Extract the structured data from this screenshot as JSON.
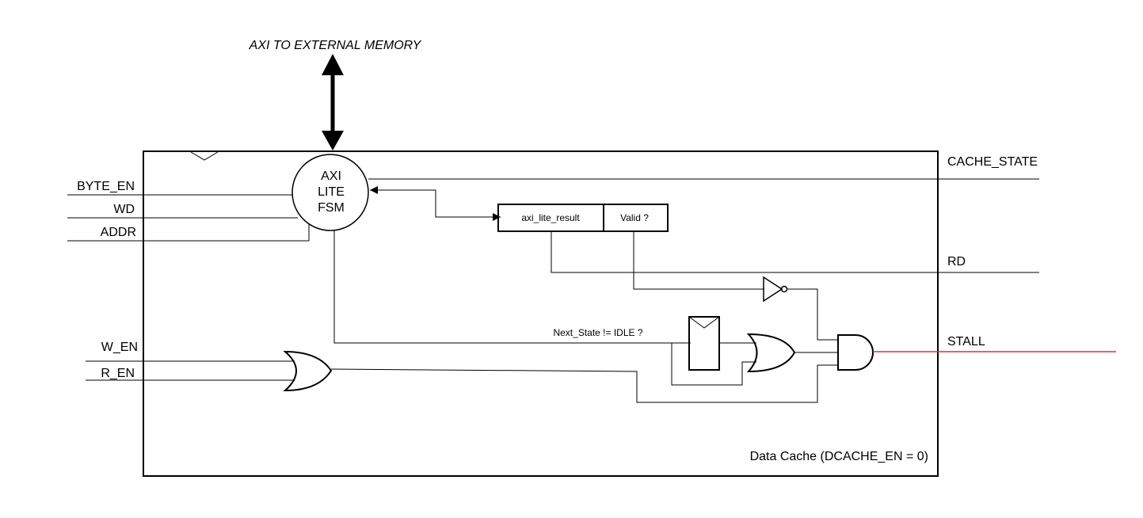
{
  "external_bus_label": "AXI TO EXTERNAL MEMORY",
  "inputs": {
    "byte_en": "BYTE_EN",
    "wd": "WD",
    "addr": "ADDR",
    "w_en": "W_EN",
    "r_en": "R_EN"
  },
  "outputs": {
    "cache_state": "CACHE_STATE",
    "rd": "RD",
    "stall": "STALL"
  },
  "fsm": {
    "line1": "AXI",
    "line2": "LITE",
    "line3": "FSM"
  },
  "register": {
    "result_field": "axi_lite_result",
    "valid_field": "Valid ?"
  },
  "next_state_label": "Next_State != IDLE ?",
  "block_caption": "Data Cache (DCACHE_EN = 0)",
  "colors": {
    "stall_wire": "#e03030",
    "wire": "#000000"
  }
}
